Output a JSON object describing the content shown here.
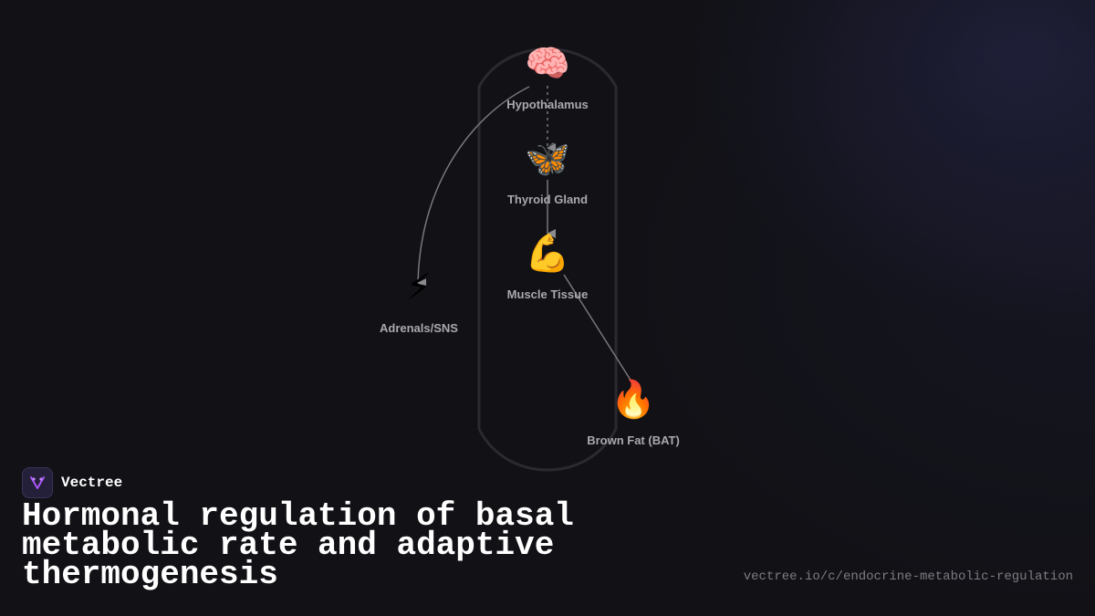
{
  "diagram": {
    "nodes": [
      {
        "id": "hypothalamus",
        "icon": "brain-icon",
        "emoji": "🧠",
        "label": "Hypothalamus"
      },
      {
        "id": "thyroid",
        "icon": "butterfly-icon",
        "emoji": "🦋",
        "label": "Thyroid Gland"
      },
      {
        "id": "muscle",
        "icon": "flexed-biceps-icon",
        "emoji": "💪",
        "label": "Muscle Tissue"
      },
      {
        "id": "adrenals",
        "icon": "lightning-icon",
        "emoji": "⚡",
        "label": "Adrenals/SNS"
      },
      {
        "id": "brownfat",
        "icon": "fire-icon",
        "emoji": "🔥",
        "label": "Brown Fat (BAT)"
      }
    ],
    "edges": [
      {
        "from": "hypothalamus",
        "to": "thyroid",
        "style": "dashed",
        "arrow": true
      },
      {
        "from": "thyroid",
        "to": "muscle",
        "style": "solid",
        "arrow": true
      },
      {
        "from": "hypothalamus",
        "to": "adrenals",
        "style": "solid",
        "arrow": true
      },
      {
        "from": "muscle",
        "to": "brownfat",
        "style": "solid",
        "arrow": false
      }
    ]
  },
  "brand": {
    "name": "Vectree",
    "logo_icon": "vectree-logo-icon"
  },
  "title": "Hormonal regulation of basal metabolic rate and adaptive thermogenesis",
  "url": "vectree.io/c/endocrine-metabolic-regulation",
  "colors": {
    "background": "#111116",
    "edge": "#77777c",
    "label": "#a9a9ae",
    "title": "#ffffff",
    "url": "#7c7c82"
  }
}
